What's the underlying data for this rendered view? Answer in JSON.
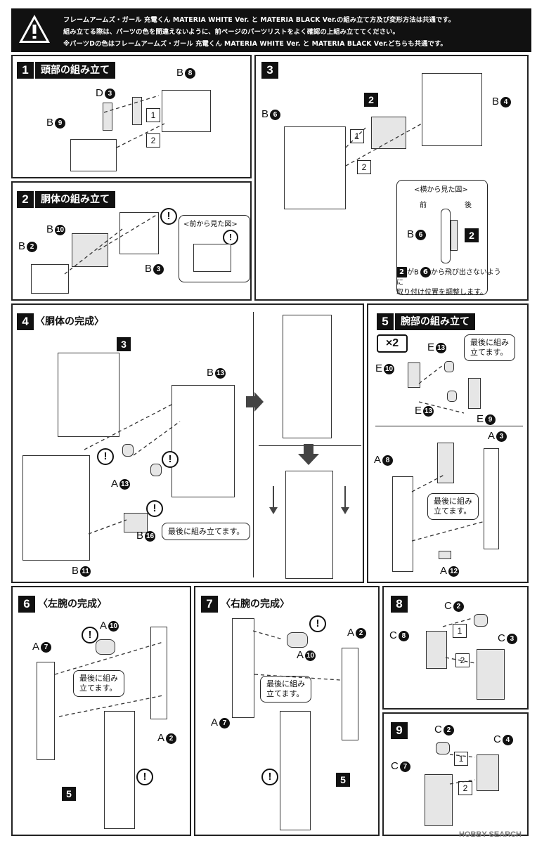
{
  "header": {
    "line1": "フレームアームズ・ガール 充電くん MATERIA WHITE Ver. と MATERIA BLACK Ver.の組み立て方及び変形方法は共通です。",
    "line2": "組み立てる際は、パーツの色を間違えないように、前ページのパーツリストをよく確認の上組み立ててください。",
    "line3": "※パーツDの色はフレームアームズ・ガール 充電くん MATERIA WHITE Ver. と MATERIA BLACK Ver.どちらも共通です。",
    "warning_icon": "warning-triangle-icon"
  },
  "steps": {
    "s1": {
      "num": "1",
      "title": "頭部の組み立て"
    },
    "s2": {
      "num": "2",
      "title": "胴体の組み立て"
    },
    "s3": {
      "num": "3"
    },
    "s4": {
      "num": "4",
      "title": "〈胴体の完成〉"
    },
    "s5": {
      "num": "5",
      "title": "腕部の組み立て"
    },
    "s6": {
      "num": "6",
      "title": "〈左腕の完成〉"
    },
    "s7": {
      "num": "7",
      "title": "〈右腕の完成〉"
    },
    "s8": {
      "num": "8"
    },
    "s9": {
      "num": "9"
    }
  },
  "panel1": {
    "b8": {
      "letter": "B",
      "n": "8"
    },
    "d3": {
      "letter": "D",
      "n": "3"
    },
    "b9": {
      "letter": "B",
      "n": "9"
    },
    "seq1": "1",
    "seq2": "2"
  },
  "panel2": {
    "b10": {
      "letter": "B",
      "n": "10"
    },
    "b2": {
      "letter": "B",
      "n": "2"
    },
    "b3": {
      "letter": "B",
      "n": "3"
    },
    "front_view": "<前から見た図>",
    "excl": "!"
  },
  "panel3": {
    "b6": {
      "letter": "B",
      "n": "6"
    },
    "b4": {
      "letter": "B",
      "n": "4"
    },
    "part2": "2",
    "seq1": "1",
    "seq2": "2",
    "side_view": "<横から見た図>",
    "front": "前",
    "back": "後",
    "b6b": {
      "letter": "B",
      "n": "6"
    },
    "part2b": "2",
    "note_part": "2",
    "note1": "がB",
    "note_n": "6",
    "note2": "から飛び出さないように",
    "note3": "取り付け位置を調整します。"
  },
  "panel4": {
    "part3": "3",
    "b13": {
      "letter": "B",
      "n": "13"
    },
    "a13": {
      "letter": "A",
      "n": "13"
    },
    "b16": {
      "letter": "B",
      "n": "16"
    },
    "b11": {
      "letter": "B",
      "n": "11"
    },
    "last": "最後に組み立てます。",
    "excl": "!"
  },
  "panel5": {
    "x2": "×2",
    "e13a": {
      "letter": "E",
      "n": "13"
    },
    "e10": {
      "letter": "E",
      "n": "10"
    },
    "e13b": {
      "letter": "E",
      "n": "13"
    },
    "e9": {
      "letter": "E",
      "n": "9"
    },
    "last1": "最後に組み",
    "last2": "立てます。",
    "a8": {
      "letter": "A",
      "n": "8"
    },
    "a3": {
      "letter": "A",
      "n": "3"
    },
    "a12": {
      "letter": "A",
      "n": "12"
    },
    "last3": "最後に組み",
    "last4": "立てます。"
  },
  "panel6": {
    "a10": {
      "letter": "A",
      "n": "10"
    },
    "a7": {
      "letter": "A",
      "n": "7"
    },
    "a2": {
      "letter": "A",
      "n": "2"
    },
    "part5": "5",
    "last1": "最後に組み",
    "last2": "立てます。",
    "excl": "!"
  },
  "panel7": {
    "a10": {
      "letter": "A",
      "n": "10"
    },
    "a2": {
      "letter": "A",
      "n": "2"
    },
    "a7": {
      "letter": "A",
      "n": "7"
    },
    "part5": "5",
    "last1": "最後に組み",
    "last2": "立てます。",
    "excl": "!"
  },
  "panel8": {
    "c2": {
      "letter": "C",
      "n": "2"
    },
    "c8": {
      "letter": "C",
      "n": "8"
    },
    "c3": {
      "letter": "C",
      "n": "3"
    },
    "seq1": "1",
    "seq2": "2"
  },
  "panel9": {
    "c2": {
      "letter": "C",
      "n": "2"
    },
    "c4": {
      "letter": "C",
      "n": "4"
    },
    "c7": {
      "letter": "C",
      "n": "7"
    },
    "seq1": "1",
    "seq2": "2"
  },
  "footer": "HOBBY SEARCH"
}
